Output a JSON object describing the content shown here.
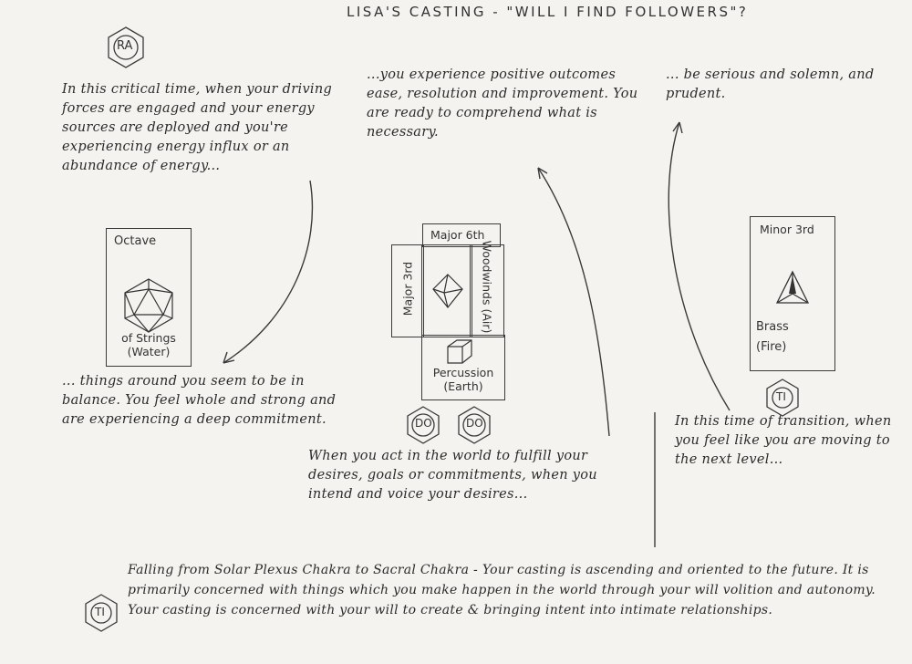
{
  "title": "LISA'S CASTING - \"WILL I FIND FOLLOWERS\"?",
  "badges": {
    "ra": "RA",
    "do1": "DO",
    "do2": "DO",
    "ti": "TI",
    "ti2": "TI"
  },
  "texts": {
    "top_left": "In this critical time, when your driving forces are engaged and your energy sources are deployed and you're experiencing energy influx or an abundance of energy...",
    "top_center": "...you experience positive outcomes ease, resolution and improvement. You are ready to comprehend what is necessary.",
    "top_right": "... be serious and solemn, and prudent.",
    "mid_left": "... things around you seem to be in balance. You feel whole and strong and are experiencing a deep commitment.",
    "bottom_center": "When you act in the world to fulfill your desires, goals or commitments, when you intend and voice your desires...",
    "right_middle": "In this time of transition, when you feel like you are moving to the next level...",
    "footer": "Falling from Solar Plexus Chakra to Sacral Chakra - Your casting is ascending and oriented to the future. It is primarily concerned with things which you make happen in the world through your will volition and autonomy. Your casting is concerned with your will to create & bringing intent into intimate relationships."
  },
  "cards": {
    "octave": {
      "top": "Octave",
      "bottom": "of Strings (Water)"
    },
    "major6": {
      "label": "Major 6th"
    },
    "major3": {
      "label": "Major 3rd"
    },
    "woodwinds": {
      "label": "Woodwinds (Air)"
    },
    "percussion": {
      "label": "Percussion (Earth)"
    },
    "minor3": {
      "top": "Minor 3rd",
      "bottom": "Brass (Fire)"
    }
  }
}
